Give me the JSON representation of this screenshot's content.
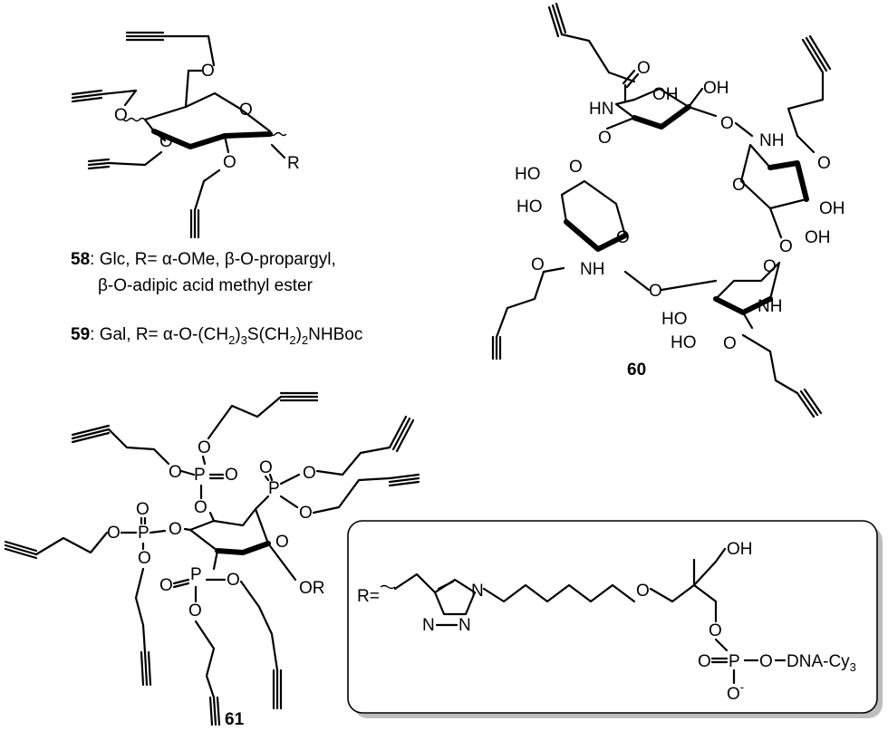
{
  "compounds": {
    "c58": {
      "number": "58",
      "caption_line1": ": Glc, R= α-OMe, β-O-propargyl,",
      "caption_line2": "β-O-adipic acid methyl ester"
    },
    "c59": {
      "number": "59",
      "caption_pre": ": Gal, R= α-O-(CH",
      "sub1": "2",
      "mid1": ")",
      "sub2": "3",
      "mid2": "S(CH",
      "sub3": "2",
      "mid3": ")",
      "sub4": "2",
      "caption_post": "NHBoc"
    },
    "c60": {
      "number": "60"
    },
    "c61": {
      "number": "61"
    }
  },
  "atoms": {
    "O": "O",
    "R": "R",
    "HN": "HN",
    "NH": "NH",
    "HO": "HO",
    "OH": "OH",
    "P": "P",
    "OR": "OR",
    "N": "N",
    "R_eq": "R=",
    "DNA": "DNA-Cy",
    "DNA_sub": "3",
    "Ominus": "O",
    "minus": "-"
  }
}
